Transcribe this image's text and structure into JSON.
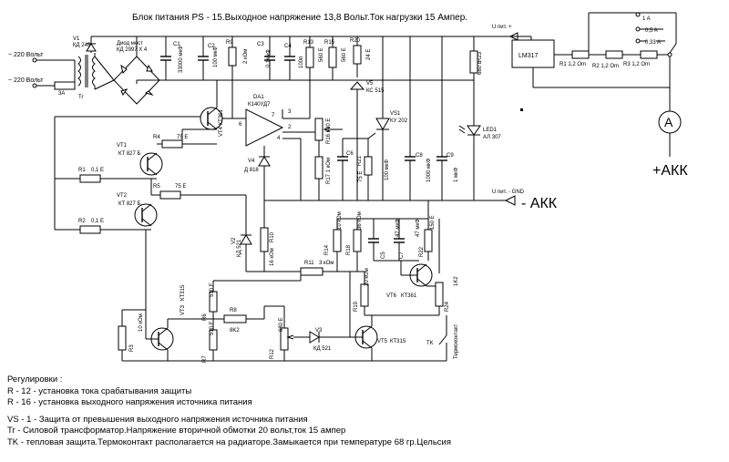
{
  "title": "Блок питания PS - 15.Выходное напряжение 13,8 Вольт.Ток нагрузки 15 Ампер.",
  "terminals": {
    "in1": "~ 220 Вольт",
    "in2": "~ 220 Вольт",
    "fuse": "3A",
    "tr": "Tr",
    "upit_top": "U пит. +",
    "upit_gnd": "U пит. - GND",
    "akk_plus": "+АКК",
    "akk_minus": "- АКК",
    "ammeter": "A",
    "tk": "TK",
    "thermo": "Термоконтакт"
  },
  "components": {
    "v1": "V1",
    "v1_type": "КД 243",
    "bridge": "Диод мост",
    "bridge_type": "КД 2997 X 4",
    "c1": "C1",
    "c1_val": "33000 мкФ",
    "c2": "C2",
    "c2_val": "100 мкФ",
    "r9": "R9",
    "r9_val": "2 кОм",
    "c3": "C3",
    "c3_val": "0,1мкФ",
    "c4": "C4",
    "c4_val": "100п",
    "r13": "R13",
    "r13_val": "560 E",
    "r15": "R15",
    "r15_val": "560 E",
    "r20": "R20",
    "r20_val": "24 E",
    "r23": "R23",
    "r23_val": "680 E",
    "lm": "LM317",
    "r1o": "R1 1,2 Om",
    "r2o": "R2 1,2 Om",
    "r3o": "R3 1,2 Om",
    "sw1": "1 A",
    "sw2": "0,5 A",
    "sw3": "0,33 A",
    "vt4": "VT4 КТ361",
    "da1": "DA1",
    "da1_type": "К140УД7",
    "v4": "V4",
    "v4_type": "Д 818",
    "r16": "R16 680 E",
    "r17": "R17 1 кОм",
    "v5": "V5",
    "v5_type": "КС 515",
    "vs1": "VS1",
    "vs1_type": "КУ 202",
    "r21": "R21",
    "r21_val": "75 E",
    "c6": "C6",
    "c6_val": "100 мкФ",
    "c8": "C8",
    "c8_val": "1000 мкФ",
    "c9": "C9",
    "c9_val": "1 мкФ",
    "led": "LED1",
    "led_type": "АЛ 307",
    "vt1": "VT1",
    "vt1_type": "КТ 827 Б",
    "vt2": "VT2",
    "vt2_type": "КТ 827 Б",
    "r4": "R4",
    "r4_val": "75 E",
    "r5": "R5",
    "r5_val": "75 E",
    "r1": "R1",
    "r1_val": "0,1 E",
    "r2": "R2",
    "r2_val": "0,1 E",
    "v2": "V2",
    "v2_type": "КД 521",
    "r10": "R10",
    "r10_val": "16 кОм",
    "r11": "R11",
    "r11_val": "3 кОм",
    "r14": "R14",
    "r14_val": "10 кОм",
    "r18": "R18",
    "r18_val": "36 кОм",
    "c5": "C5",
    "c5_val": "47 мкФ",
    "c7": "C7",
    "c7_val": "47 мкФ",
    "r22": "R22",
    "r22_val": "150 E",
    "vt6": "VT6",
    "vt6_type": "КТ361",
    "r19": "R19",
    "r19_val": "20 кОм",
    "r24": "R24",
    "r24_val": "1K2",
    "r3": "R3",
    "r3_val": "10 кОм",
    "vt3": "VT3",
    "vt3_type": "КТ315",
    "r6": "R6",
    "r6_val": "510 E",
    "r7": "R7",
    "r7_val": "510 E",
    "r8": "R8",
    "r8_val": "8K2",
    "r12": "R12",
    "r12_val": "680 E",
    "v3": "V3",
    "v3_type": "КД 521",
    "vt5": "VT5",
    "vt5_type": "КТ315",
    "pin2": "2",
    "pin3": "3",
    "pin6": "6",
    "pin7": "7",
    "pin4": "4"
  },
  "notes": {
    "heading": "Регулировки :",
    "n1": "R - 12 - установка тока срабатывания защиты",
    "n2": "R - 16 - установка выходного напряжения источника питания",
    "n3": "VS - 1 - Защита от превышения выходного напряжения источника питания",
    "n4": "Tr - Силовой трансформатор.Напряжение вторичной обмотки 20 вольт,ток 15 ампер",
    "n5": "TK - тепловая защита.Термоконтакт располагается на радиаторе.Замыкается при температуре 68 гр.Цельсия"
  }
}
